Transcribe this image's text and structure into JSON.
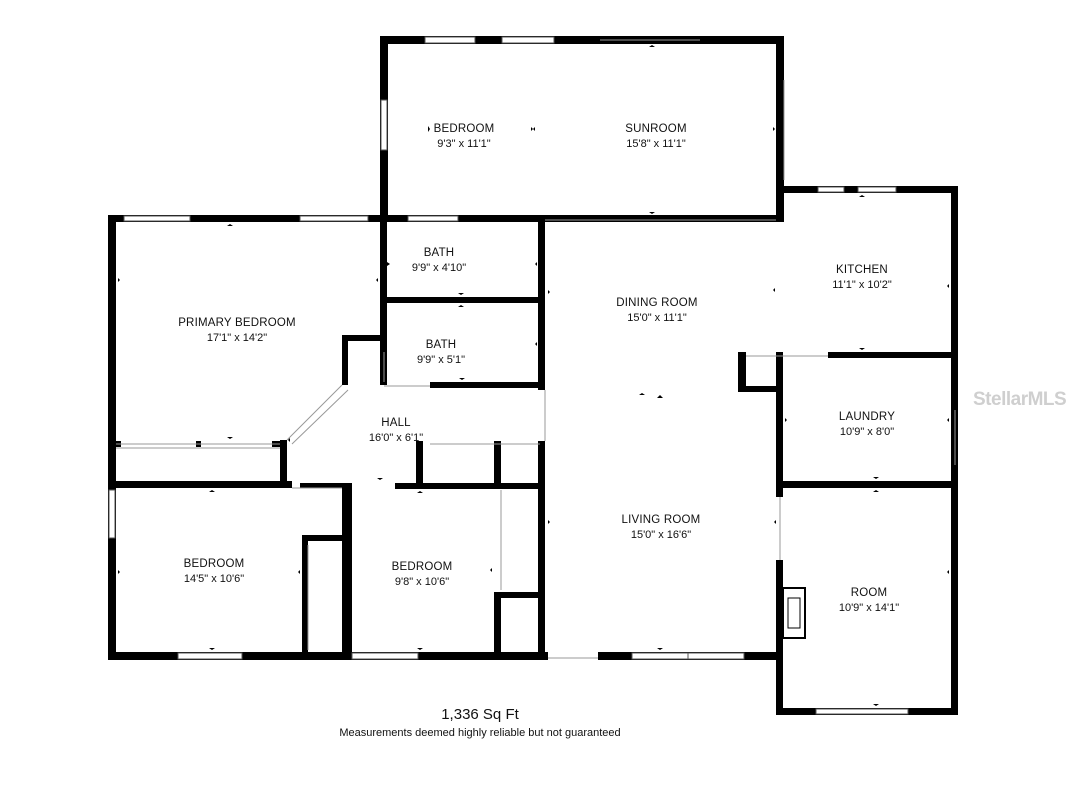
{
  "rooms": [
    {
      "key": "bedroom_top",
      "name": "BEDROOM",
      "dims": "9'3\" x 11'1\""
    },
    {
      "key": "sunroom",
      "name": "SUNROOM",
      "dims": "15'8\" x 11'1\""
    },
    {
      "key": "bath1",
      "name": "BATH",
      "dims": "9'9\" x 4'10\""
    },
    {
      "key": "kitchen",
      "name": "KITCHEN",
      "dims": "11'1\" x 10'2\""
    },
    {
      "key": "primary",
      "name": "PRIMARY BEDROOM",
      "dims": "17'1\" x 14'2\""
    },
    {
      "key": "dining",
      "name": "DINING ROOM",
      "dims": "15'0\" x 11'1\""
    },
    {
      "key": "bath2",
      "name": "BATH",
      "dims": "9'9\" x 5'1\""
    },
    {
      "key": "hall",
      "name": "HALL",
      "dims": "16'0\" x 6'1\""
    },
    {
      "key": "laundry",
      "name": "LAUNDRY",
      "dims": "10'9\" x 8'0\""
    },
    {
      "key": "living",
      "name": "LIVING ROOM",
      "dims": "15'0\" x 16'6\""
    },
    {
      "key": "bedroom_sw",
      "name": "BEDROOM",
      "dims": "14'5\" x 10'6\""
    },
    {
      "key": "bedroom_mid",
      "name": "BEDROOM",
      "dims": "9'8\" x 10'6\""
    },
    {
      "key": "room",
      "name": "ROOM",
      "dims": "10'9\" x 14'1\""
    }
  ],
  "footer": {
    "area": "1,336 Sq Ft",
    "disclaimer": "Measurements deemed highly reliable but not guaranteed"
  },
  "watermark": "StellarMLS"
}
